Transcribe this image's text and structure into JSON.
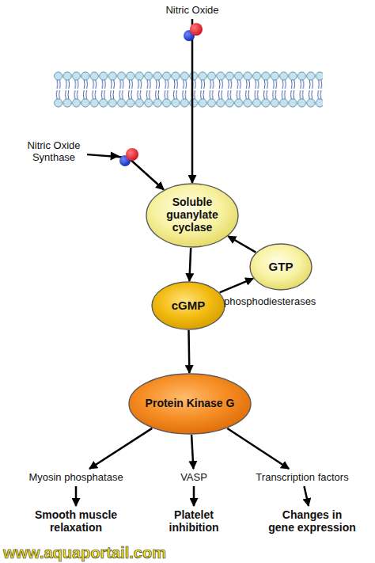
{
  "diagram": {
    "nodes": [
      {
        "text": [
          "Nitric Oxide"
        ]
      },
      {
        "text": [
          "Nitric Oxide Synthase"
        ]
      },
      {
        "text": [
          "Soluble guanylate cyclase"
        ]
      },
      {
        "text": [
          "GTP"
        ]
      },
      {
        "text": [
          "cGMP"
        ]
      },
      {
        "text": [
          "Protein Kinase G"
        ]
      },
      {
        "text": [
          "Myosin phosphatase"
        ]
      },
      {
        "text": [
          "VASP"
        ]
      },
      {
        "text": [
          "Transcription factors"
        ]
      },
      {
        "text": [
          "Smooth muscle relaxation"
        ]
      },
      {
        "text": [
          "Platelet inhibition"
        ]
      },
      {
        "text": [
          "Changes in gene expression"
        ]
      }
    ],
    "edges": [
      {
        "from": 0,
        "to": 2,
        "arrow": "to"
      },
      {
        "from": 1,
        "to": 2,
        "arrow": "to"
      },
      {
        "from": 2,
        "to": 4,
        "arrow": "to"
      },
      {
        "from": 4,
        "to": 3,
        "label": "phosphodiesterases",
        "arrow": "to"
      },
      {
        "from": 3,
        "to": 2,
        "arrow": "to"
      },
      {
        "from": 4,
        "to": 5,
        "arrow": "to"
      },
      {
        "from": 5,
        "to": 6,
        "arrow": "to"
      },
      {
        "from": 5,
        "to": 7,
        "arrow": "to"
      },
      {
        "from": 5,
        "to": 8,
        "arrow": "to"
      },
      {
        "from": 6,
        "to": 9,
        "arrow": "to"
      },
      {
        "from": 7,
        "to": 10,
        "arrow": "to"
      },
      {
        "from": 8,
        "to": 11,
        "arrow": "to"
      }
    ],
    "labels": [
      "www.aquaportail.com"
    ]
  }
}
